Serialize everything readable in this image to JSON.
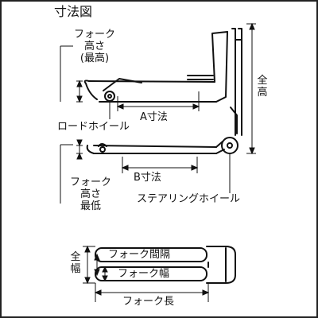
{
  "title": "寸法図",
  "labels": {
    "fork_height_max": [
      "フォーク",
      "高さ",
      "(最高)"
    ],
    "fork_height_min": [
      "フォーク",
      "高さ",
      "最低"
    ],
    "overall_height": "全高",
    "load_wheel": "ロードホイール",
    "dim_a": "A寸法",
    "dim_b": "B寸法",
    "steering_wheel": "ステアリングホイール",
    "overall_width": "全幅",
    "fork_spacing": "フォーク間隔",
    "fork_width": "フォーク幅",
    "fork_length": "フォーク長"
  },
  "colors": {
    "line": "#111111",
    "background": "#ffffff",
    "border": "#222222"
  }
}
